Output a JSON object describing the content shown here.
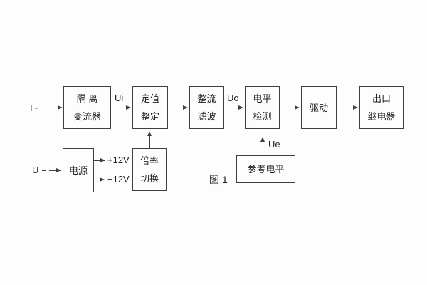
{
  "figure": {
    "caption": "图 1"
  },
  "diagram": {
    "inputs": {
      "current": "I~",
      "voltage": "U"
    },
    "signals": {
      "ui": "Ui",
      "uo": "Uo",
      "ue": "Ue"
    },
    "rails": {
      "positive": "+12V",
      "negative": "−12V"
    },
    "blocks": {
      "isolation_transformer": {
        "line1": "隔 离",
        "line2": "变流器"
      },
      "setting_adjustment": {
        "line1": "定值",
        "line2": "整定"
      },
      "rectify_filter": {
        "line1": "整流",
        "line2": "滤波"
      },
      "level_detection": {
        "line1": "电平",
        "line2": "检测"
      },
      "drive": {
        "line1": "驱动"
      },
      "output_relay": {
        "line1": "出口",
        "line2": "继电器"
      },
      "power_supply": {
        "line1": "电源"
      },
      "ratio_switch": {
        "line1": "倍率",
        "line2": "切换"
      },
      "reference_level": {
        "line1": "参考电平"
      }
    },
    "colors": {
      "line": "#3f3f3f",
      "text": "#1f1f1f",
      "background": "#fdfdfd"
    }
  }
}
